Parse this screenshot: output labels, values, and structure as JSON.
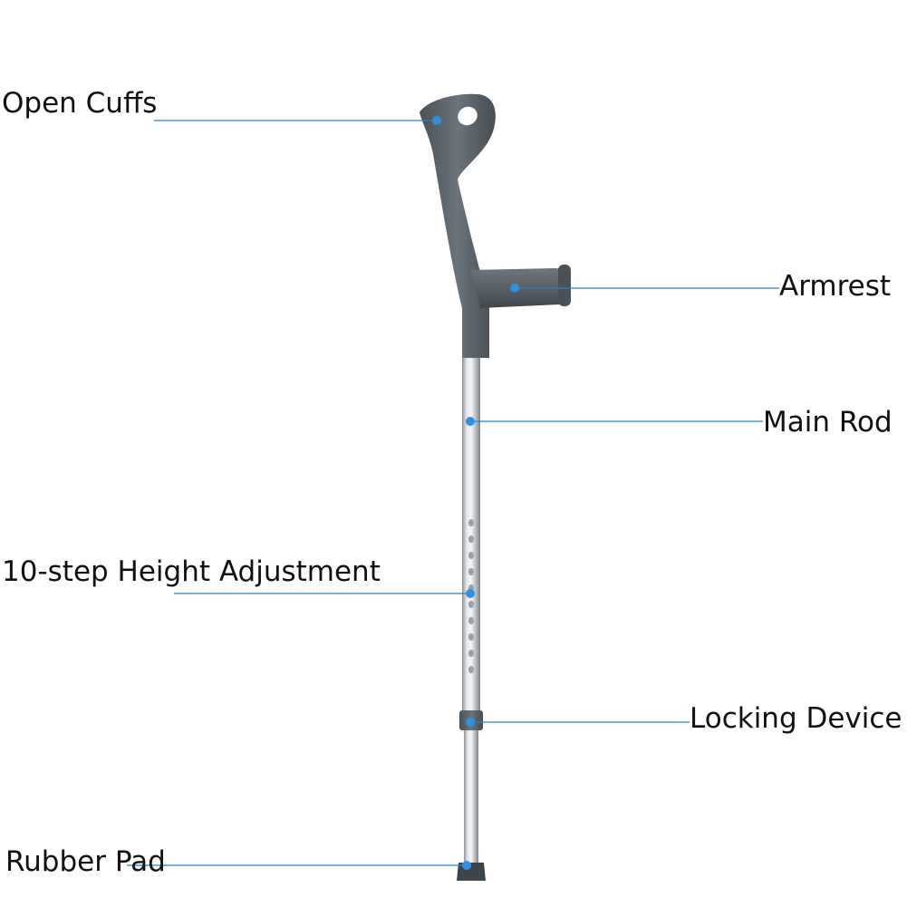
{
  "labels": {
    "open_cuffs": "Open Cuffs",
    "armrest": "Armrest",
    "main_rod": "Main Rod",
    "height_adjustment": "10-step Height Adjustment",
    "locking_device": "Locking Device",
    "rubber_pad": "Rubber Pad"
  },
  "colors": {
    "background": "#ffffff",
    "leader_line": "#2a7fc0",
    "marker_dot": "#2f8fe0",
    "cuff_plastic": "#5d666c",
    "rod_metal": "#c9cdd1",
    "text": "#111111"
  },
  "height_adjustment_steps": 10
}
